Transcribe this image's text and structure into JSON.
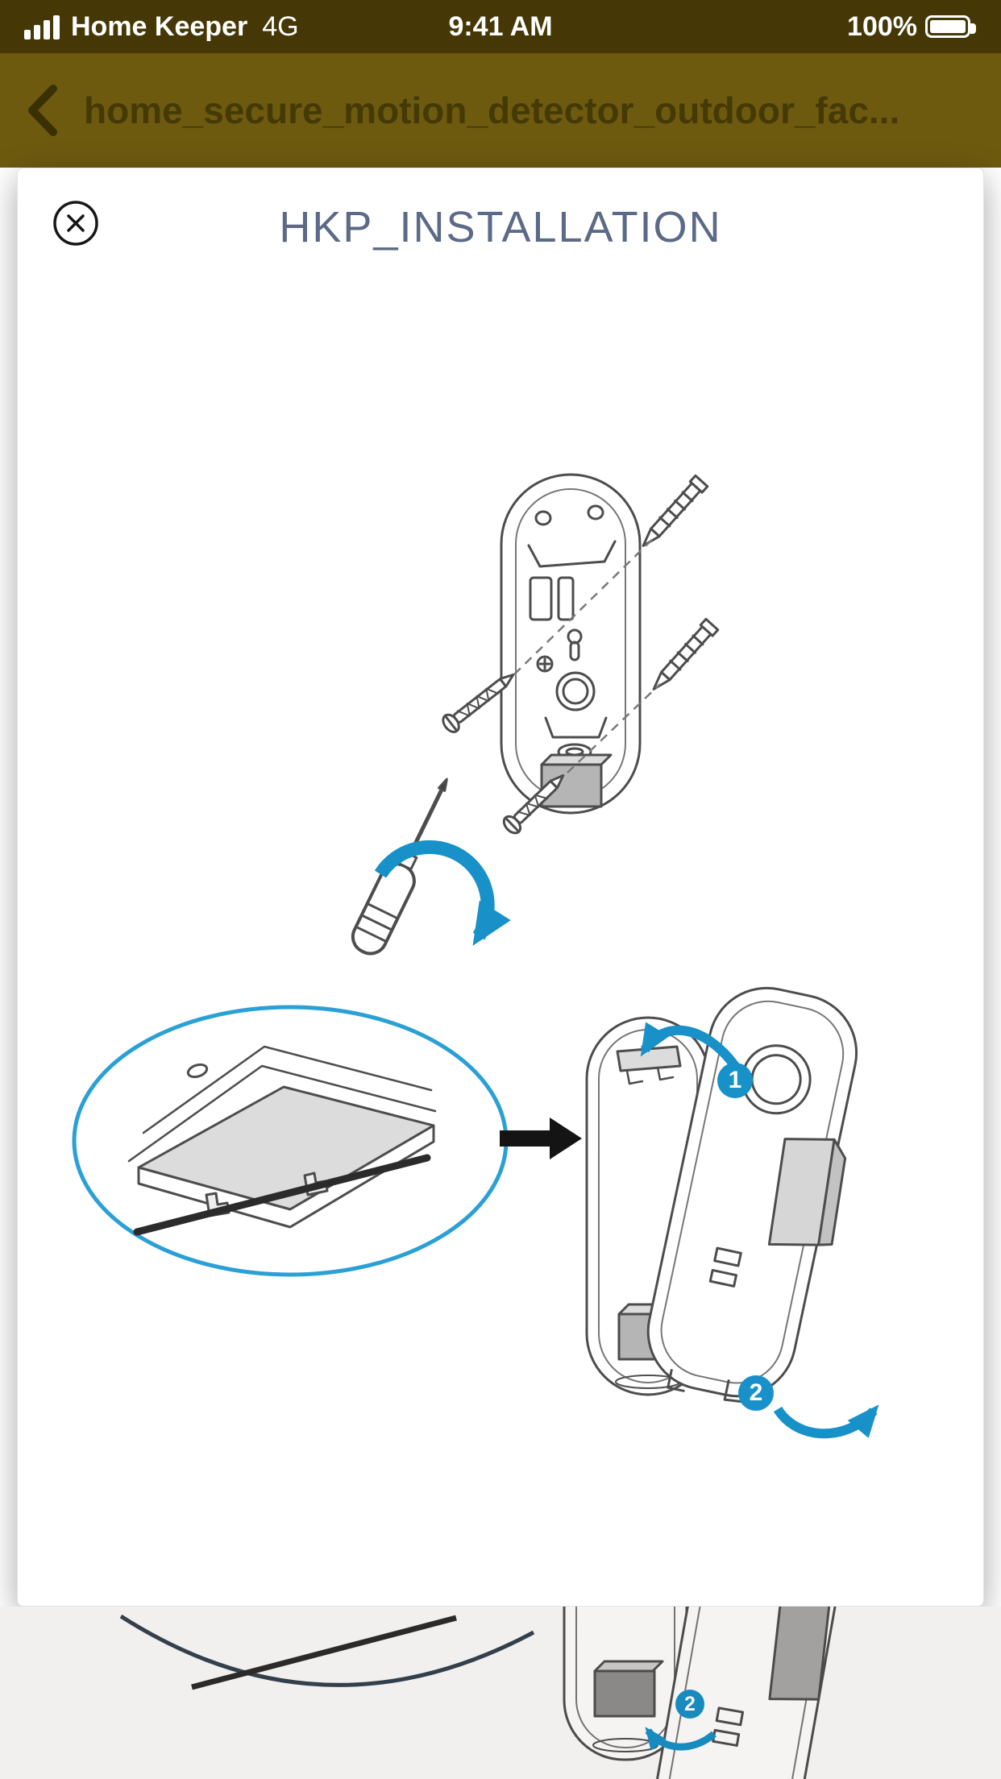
{
  "status_bar": {
    "carrier": "Home Keeper",
    "network": "4G",
    "time": "9:41 AM",
    "battery_percent": "100%"
  },
  "nav_bar": {
    "title": "home_secure_motion_detector_outdoor_fac..."
  },
  "viewer": {
    "title": "HKP_INSTALLATION",
    "steps": {
      "step1": "1",
      "step2": "2"
    },
    "background_page": {
      "step2": "2"
    }
  },
  "icons": {
    "signal": "signal-bars",
    "battery": "battery-full",
    "back": "chevron-left",
    "close": "circle-x"
  },
  "colors": {
    "accent_blue": "#1791c8",
    "callout_blue": "#2aa0d5",
    "statusbar_bg": "#463806",
    "navbar_bg": "#6e5a0f",
    "nav_title": "#453a05",
    "viewer_title": "#5b6a86"
  }
}
